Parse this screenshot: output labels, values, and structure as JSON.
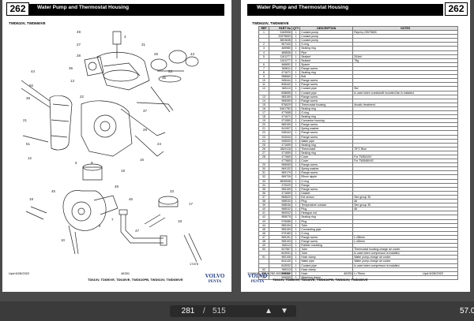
{
  "left": {
    "page_number": "262",
    "title": "Water Pump and Thermostat Housing",
    "models": "TWD610V, TWD650VE",
    "updated": "Upd:6/28/2022",
    "code": "46331",
    "footer_models": "TD610V, TD650VE, TD640VE, TWD610PB, TWD610V, TWD650VE",
    "drawing_ref": "17475"
  },
  "right": {
    "page_number": "262",
    "title": "Water Pump and Thermostat Housing",
    "models": "TWD610V, TWD650VE",
    "updated": "Upd:6/28/2022",
    "code": "46331",
    "doc_code": "7746670_IDBA-262-84159664",
    "footer_models": "TD610V, TD650VE, TD640VE, TWD610PB, TWD610V, TWD650VE",
    "table": {
      "headers": [
        "REF",
        "PART No",
        "QTY",
        "DESCRIPTION",
        "NOTES"
      ],
      "rows": [
        [
          "1",
          "3183908",
          "1",
          "Coolant pump",
          "Repl.by 20575653"
        ],
        [
          "",
          "20575653",
          "1",
          "Coolant pump",
          ""
        ],
        [
          "",
          "3803638",
          "1",
          "Coolant pump",
          ""
        ],
        [
          "2",
          "967443",
          "1",
          "O-ring",
          ""
        ],
        [
          "3",
          "469980",
          "1",
          "Sealing ring",
          ""
        ],
        [
          "4",
          "465836",
          "1",
          "Pipe",
          ""
        ],
        [
          "5",
          "1161277",
          "1",
          "Sealant",
          "204ml"
        ],
        [
          "",
          "1161277",
          "4",
          "Sealant",
          "75g"
        ],
        [
          "6",
          "466651",
          "1",
          "Spacer",
          ""
        ],
        [
          "7",
          "945611",
          "1",
          "Flange screw",
          ""
        ],
        [
          "8",
          "471671",
          "1",
          "Sealing ring",
          ""
        ],
        [
          "9",
          "958660",
          "1",
          "Bolt",
          ""
        ],
        [
          "10",
          "945444",
          "1",
          "Flange screw",
          ""
        ],
        [
          "11",
          "845442",
          "1",
          "Flange screw",
          ""
        ],
        [
          "12",
          "948113",
          "1",
          "Coolant pipe",
          "Std"
        ],
        [
          "",
          "838655",
          "1",
          "Coolant pipe",
          "Is used when crankshaft mounted fan is installed."
        ],
        [
          "13",
          "965159",
          "1",
          "Flange screw",
          ""
        ],
        [
          "14",
          "955059",
          "1",
          "Flange screw",
          ""
        ],
        [
          "15",
          "876629",
          "1",
          "Thermostat housing",
          "Anodic treatment."
        ],
        [
          "16",
          "5461782",
          "1",
          "Sealing ring",
          ""
        ],
        [
          "17",
          "477658",
          "1",
          "O-ring",
          ""
        ],
        [
          "18",
          "471671",
          "1",
          "Sealing ring",
          ""
        ],
        [
          "19",
          "971550",
          "1",
          "Connector housing",
          ""
        ],
        [
          "20",
          "965159",
          "1",
          "Flange screw",
          ""
        ],
        [
          "21",
          "941907",
          "1",
          "Spring washer",
          ""
        ],
        [
          "22",
          "945444",
          "1",
          "Flange screw",
          ""
        ],
        [
          "23",
          "943444",
          "1",
          "Flange screw",
          ""
        ],
        [
          "24",
          "945000",
          "1",
          "Water pipe",
          ""
        ],
        [
          "25",
          "471659",
          "1",
          "Sealing ring",
          ""
        ],
        [
          "26",
          "3829115",
          "1",
          "Thermostat",
          "75°C Blue"
        ],
        [
          "27",
          "471659",
          "1",
          "Sealing ring",
          ""
        ],
        [
          "28",
          "477669",
          "1",
          "Cover",
          "For TWD610V"
        ],
        [
          "",
          "477665",
          "1",
          "Cover",
          "For TWD650VE"
        ],
        [
          "29",
          "955083",
          "1",
          "Flange screw",
          ""
        ],
        [
          "30",
          "969132",
          "1",
          "Spring washer",
          ""
        ],
        [
          "31",
          "969179",
          "1",
          "Flange screw",
          ""
        ],
        [
          "32",
          "969726",
          "1",
          "Elbow nipple",
          ""
        ],
        [
          "33",
          "3830538",
          "1",
          "O-ring",
          ""
        ],
        [
          "34",
          "470029",
          "1",
          "Flange",
          ""
        ],
        [
          "35",
          "955159",
          "1",
          "Flange screw",
          ""
        ],
        [
          "36",
          "471659",
          "1",
          "Gasket",
          ""
        ],
        [
          "37",
          "965620",
          "1",
          "Ext sensor",
          "See group 30"
        ],
        [
          "38",
          "968033",
          "1",
          "Plug",
          "All"
        ],
        [
          "39",
          "968036",
          "1",
          "Temperature contact",
          "See group 30"
        ],
        [
          "40",
          "968032",
          "1",
          "Plug",
          "All"
        ],
        [
          "41",
          "969002",
          "1",
          "Hexagon nut",
          ""
        ],
        [
          "42",
          "955075",
          "1",
          "Sealing ring",
          ""
        ],
        [
          "43",
          "976085",
          "1",
          "Plug",
          ""
        ],
        [
          "44",
          "955194",
          "1",
          "Tube",
          ""
        ],
        [
          "45",
          "955199",
          "1",
          "Connecting pipe",
          ""
        ],
        [
          "46",
          "979180",
          "1",
          "O-ring",
          ""
        ],
        [
          "47",
          "955191",
          "1",
          "Flange screw",
          "L=58mm"
        ],
        [
          "48",
          "955193",
          "1",
          "Flange screw",
          "L=65mm"
        ],
        [
          "49",
          "948113",
          "1",
          "Rubber moulding",
          ""
        ],
        [
          "50",
          "547567",
          "1",
          "Tube",
          "Thermostat housing-charge air cooler."
        ],
        [
          "",
          "843931",
          "1",
          "Tube",
          "Is used when compressor is installed."
        ],
        [
          "51",
          "960108",
          "1",
          "Hose clamp",
          "Water pump-charge air cooler."
        ],
        [
          "",
          "844140",
          "1",
          "Water pipe",
          "Water pump-charge air cooler."
        ],
        [
          "",
          "843932",
          "1",
          "Coolant pipe",
          "Is used when compressor is installed."
        ],
        [
          "52",
          "948113",
          "1",
          "Hose clamp",
          ""
        ],
        [
          "53",
          "965159",
          "1",
          "Hose",
          "L=75mm"
        ],
        [
          "54",
          "949005",
          "1",
          "Attaching clamp",
          ""
        ]
      ]
    }
  },
  "viewer": {
    "current_page": "281",
    "separator": "/",
    "total_pages": "515",
    "zoom": "57.0",
    "prev_icon": "caret-up-icon",
    "next_icon": "caret-down-icon"
  },
  "brand": {
    "line1": "VOLVO",
    "line2": "PENTA"
  }
}
